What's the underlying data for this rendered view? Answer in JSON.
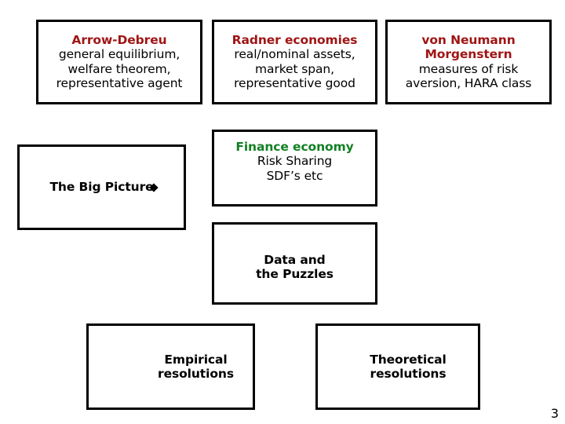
{
  "slide": {
    "page_number": "3",
    "colors": {
      "title_red": "#a01515",
      "title_green": "#128024",
      "box_border": "#000000",
      "background": "#ffffff",
      "body_text": "#000000"
    }
  },
  "boxes": {
    "arrow_debreu": {
      "title": "Arrow-Debreu",
      "line1": "general equilibrium,",
      "line2": "welfare theorem,",
      "line3": "representative agent"
    },
    "radner": {
      "title": "Radner economies",
      "line1": "real/nominal assets,",
      "line2": "market span,",
      "line3": "representative good"
    },
    "von_neumann": {
      "title_line1": "von Neumann",
      "title_line2": "Morgenstern",
      "line1": "measures of risk",
      "line2": "aversion, HARA class"
    },
    "big_picture": {
      "label": "The Big Picture",
      "pointer_icon": "diamond-arrow-icon"
    },
    "finance_economy": {
      "title": "Finance economy",
      "line1": "Risk Sharing",
      "line2": "SDF’s etc"
    },
    "data_puzzles": {
      "line1": "Data and",
      "line2": "the Puzzles"
    },
    "empirical": {
      "line1": "Empirical",
      "line2": "resolutions"
    },
    "theoretical": {
      "line1": "Theoretical",
      "line2": "resolutions"
    }
  }
}
